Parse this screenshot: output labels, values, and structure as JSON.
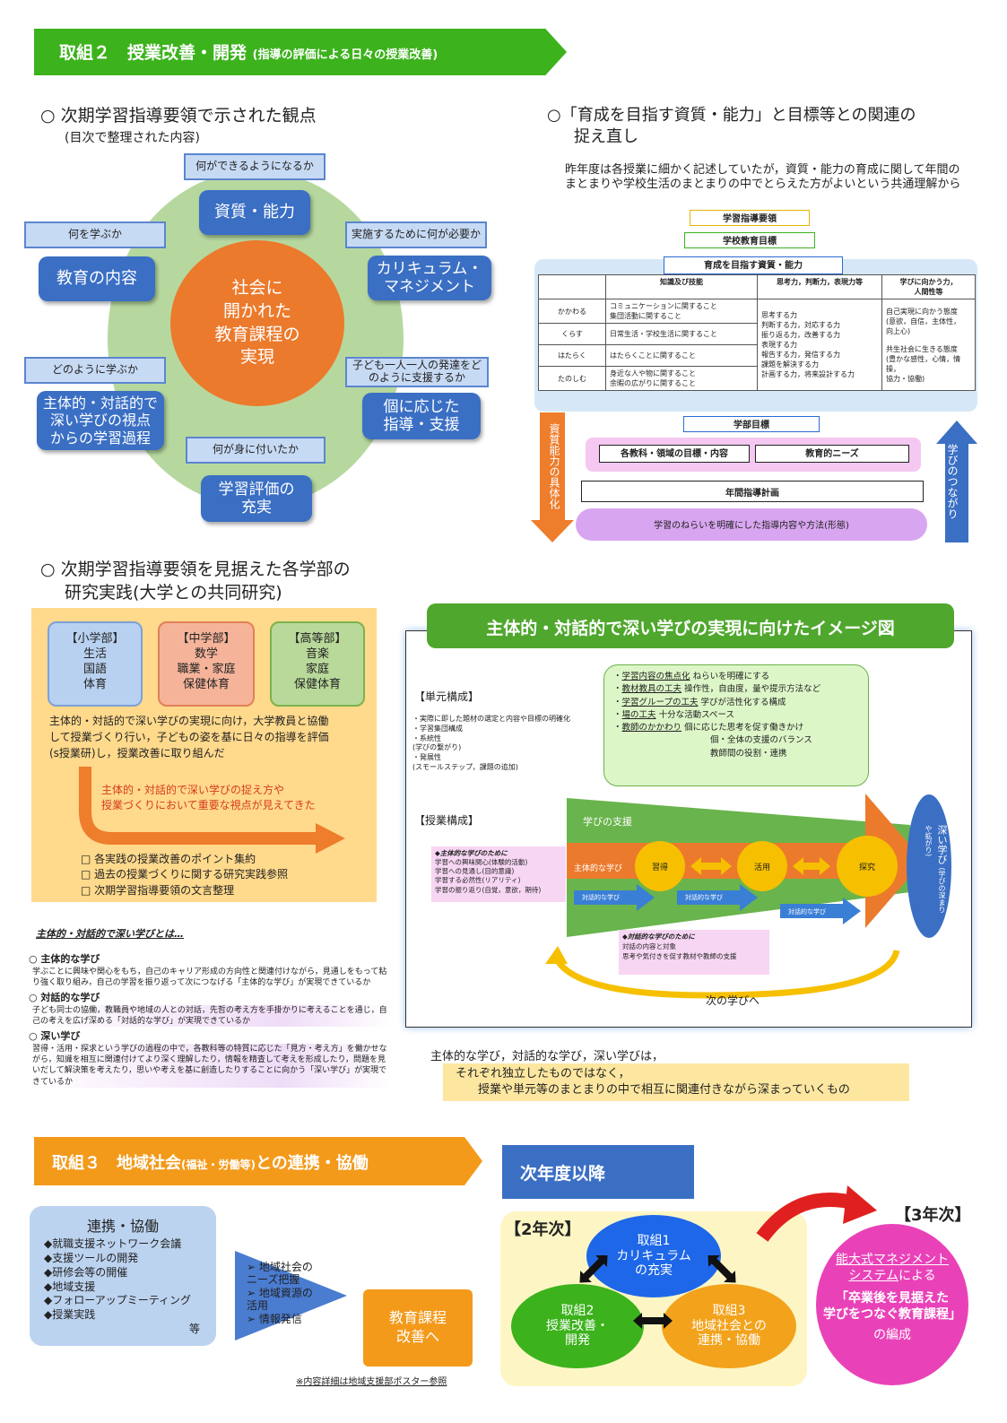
{
  "section2": {
    "banner_main": "取組２　授業改善・開発",
    "banner_sub": "(指導の評価による日々の授業改善)",
    "panel1": {
      "heading": "○  次期学習指導要領で示された観点",
      "subheading": "(目次で整理された内容)",
      "center": [
        "社会に",
        "開かれた",
        "教育課程の",
        "実現"
      ],
      "nodes": [
        {
          "label": "何ができるようになるか",
          "box": "資質・能力"
        },
        {
          "label": "何を学ぶか",
          "box": "教育の内容"
        },
        {
          "label": "実施するために何が必要か",
          "box": "カリキュラム・\nマネジメント"
        },
        {
          "label": "どのように学ぶか",
          "box": "主体的・対話的で\n深い学びの視点\nからの学習過程"
        },
        {
          "label": "子ども一人一人の発達をど\nのように支援するか",
          "box": "個に応じた\n指導・支援"
        },
        {
          "label": "何が身に付いたか",
          "box": "学習評価の\n充実"
        }
      ]
    },
    "panel2": {
      "heading_line1": "○「育成を目指す資質・能力」と目標等との関連の",
      "heading_line2": "捉え直し",
      "note_line1": "昨年度は各授業に細かく記述していたが，資質・能力の育成に関して年間の",
      "note_line2": "まとまりや学校生活のまとまりの中でとらえた方がよいという共通理解から",
      "box_top1": "学習指導要領",
      "box_top2": "学校教育目標",
      "box_title": "育成を目指す資質・能力",
      "table_headers": [
        "",
        "知識及び技能",
        "思考力，判断力，表現力等",
        "学びに向かう力，\n人間性等"
      ],
      "table_rows": [
        {
          "key": "かかわる",
          "knowledge": "コミュニケーションに関すること\n集団活動に関すること"
        },
        {
          "key": "くらす",
          "knowledge": "日常生活・学校生活に関すること"
        },
        {
          "key": "はたらく",
          "knowledge": "はたらくことに関すること"
        },
        {
          "key": "たのしむ",
          "knowledge": "身近な人や物に関すること\n余暇の広がりに関すること"
        }
      ],
      "thinking_text": "思考する力\n判断する力，対応する力\n振り返る力，改善する力\n表現する力\n報告する力，発信する力\n課題を解決する力\n計画する力，将来設計する力",
      "attitude_text": "自己実現に向かう態度\n(意欲，自信，主体性，\n向上心)\n\n共生社会に生きる態度\n(豊かな感性，心情，情操，\n協力・協働)",
      "box_bu": "学部目標",
      "box_subject": "各教科・領域の目標・内容",
      "box_needs": "教育的ニーズ",
      "box_annual": "年間指導計画",
      "box_aim": "学習のねらいを明確にした指導内容や方法(形態)",
      "left_arrow": "資質能力の具体化",
      "right_arrow": "学びのつながり"
    },
    "panel3": {
      "heading_line1": "○  次期学習指導要領を見据えた各学部の",
      "heading_line2": "研究実践(大学との共同研究)",
      "depts": [
        {
          "name": "【小学部】",
          "subjects": [
            "生活",
            "国語",
            "体育"
          ]
        },
        {
          "name": "【中学部】",
          "subjects": [
            "数学",
            "職業・家庭",
            "保健体育"
          ]
        },
        {
          "name": "【高等部】",
          "subjects": [
            "音楽",
            "家庭",
            "保健体育"
          ]
        }
      ],
      "body_line1": "主体的・対話的で深い学びの実現に向け，大学教員と協働",
      "body_line2": "して授業づくり行い，子どもの姿を基に日々の指導を評価",
      "body_line3": "(s授業研)し，授業改善に取り組んだ",
      "arrow_text1": "主体的・対話的で深い学びの捉え方や",
      "arrow_text2": "授業づくりにおいて重要な視点が見えてきた",
      "checklist": [
        "各実践の授業改善のポイント集約",
        "過去の授業づくりに関する研究実践参照",
        "次期学習指導要領の文言整理"
      ],
      "def_title": "主体的・対話的で深い学びとは…",
      "defs": [
        {
          "title": "○  主体的な学び",
          "body": "学ぶことに興味や関心をもち，自己のキャリア形成の方向性と関連付けながら，見通しをもって粘り強く取り組み，自己の学習を振り返って次につなげる「主体的な学び」が実現できているか"
        },
        {
          "title": "○  対話的な学び",
          "body": "子ども同士の協働，教職員や地域の人との対話，先哲の考え方を手掛かりに考えることを通じ，自己の考えを広げ深める「対話的な学び」が実現できているか"
        },
        {
          "title": "○  深い学び",
          "body": "習得・活用・探求という学びの過程の中で，各教科等の特質に応じた「見方・考え方」を働かせながら，知識を相互に関連付けてより深く理解したり，情報を精査して考えを形成したり，問題を見いだして解決策を考えたり，思いや考えを基に創造したりすることに向かう「深い学び」が実現できているか"
        }
      ]
    },
    "panel4": {
      "title": "主体的・対話的で深い学びの実現に向けたイメージ図",
      "unit_label": "【単元構成】",
      "unit_items": [
        "・実際に即した題材の選定と内容や目標の明確化",
        "・学習集団構成",
        "・系統性",
        "(学びの繋がり)",
        "・発展性",
        "(スモールステップ，課題の追加)"
      ],
      "lesson_label": "【授業構成】",
      "bubble_lines": [
        {
          "u": "学習内容の焦点化",
          "rest": "ねらいを明確にする"
        },
        {
          "u": "教材教具の工夫",
          "rest": "操作性，自由度，量や提示方法など"
        },
        {
          "u": "学習グループの工夫",
          "rest": "学びが活性化する構成"
        },
        {
          "u": "場の工夫",
          "rest": "十分な活動スペース"
        },
        {
          "u": "教師のかかわり",
          "rest": "個に応じた思考を促す働きかけ"
        }
      ],
      "bubble_extra": [
        "個・全体の支援のバランス",
        "教師間の役割・連携"
      ],
      "support_label": "学びの支援",
      "proactive_label": "主体的な学び",
      "steps": [
        "習得",
        "活用",
        "探究"
      ],
      "dialog_label": "対話的な学び",
      "deep_label": "深い学び",
      "deep_sub": "(学びの深まりや拡がり)",
      "pink1_title": "◆主体的な学びのために",
      "pink1_items": [
        "学習への興味関心(体験的活動)",
        "学習への見通し(目的意識)",
        "学習する必然性(リアリティ)",
        "学習の振り返り(自覚，意欲，期待)"
      ],
      "pink2_title": "◆対話的な学びのために",
      "pink2_items": [
        "対話の内容と対象",
        "思考や気付きを促す教材や教師の支援"
      ],
      "next_label": "次の学びへ"
    },
    "caption_line1": "主体的な学び，対話的な学び，深い学びは，",
    "caption_line2": "それぞれ独立したものではなく，",
    "caption_line3": "授業や単元等のまとまりの中で相互に関連付きながら深まっていくもの"
  },
  "section3": {
    "banner_main": "取組３　地域社会",
    "banner_sub": "(福祉・労働等)",
    "banner_end": "との連携・協働",
    "box_title": "連携・協働",
    "items": [
      "◆就職支援ネットワーク会議",
      "◆支援ツールの開発",
      "◆研修会等の開催",
      "◆地域支援",
      "◆フォローアップミーティング",
      "◆授業実践"
    ],
    "etc": "等",
    "arrow_items": [
      "地域社会の\nニーズ把握",
      "地域資源の\n活用",
      "情報発信"
    ],
    "result": "教育課程\n改善へ",
    "note": "※内容詳細は地域支援部ポスター参照"
  },
  "next_year": {
    "banner": "次年度以降",
    "year2": "【2年次】",
    "year3": "【3年次】",
    "c1": "取組1\nカリキュラム\nの充実",
    "c2": "取組2\n授業改善・\n開発",
    "c3": "取組3\n地域社会との\n連携・協働",
    "pink_link": "能大式マネジメント\nシステム",
    "pink_by": "による",
    "pink_quote": "「卒業後を見据えた\n学びをつなぐ教育課程」",
    "pink_tail": "の編成"
  },
  "colors": {
    "green": "#3cb21c",
    "orange": "#f39a1b",
    "blue": "#3a6fc4",
    "pink": "#e942b8"
  }
}
